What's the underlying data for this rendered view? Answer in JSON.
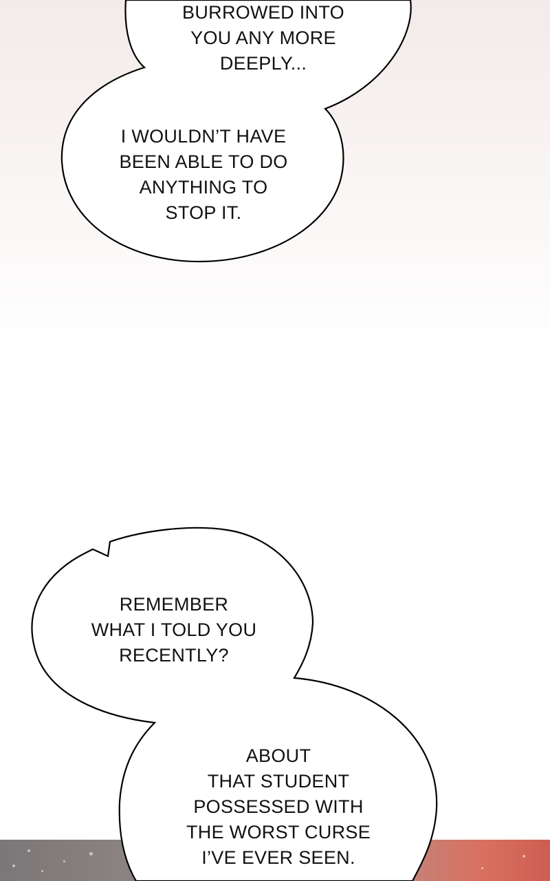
{
  "bubbles": [
    {
      "id": "bubble-1",
      "lines": [
        "BURROWED INTO",
        "YOU ANY MORE",
        "DEEPLY..."
      ]
    },
    {
      "id": "bubble-2",
      "lines": [
        "I WOULDN’T HAVE",
        "BEEN ABLE TO DO",
        "ANYTHING TO",
        "STOP IT."
      ]
    },
    {
      "id": "bubble-3",
      "lines": [
        "REMEMBER",
        "WHAT I TOLD YOU",
        "RECENTLY?"
      ]
    },
    {
      "id": "bubble-4",
      "lines": [
        "ABOUT",
        "THAT STUDENT",
        "POSSESSED WITH",
        "THE WORST CURSE",
        "I’VE EVER SEEN."
      ]
    }
  ],
  "colors": {
    "background": "#ffffff",
    "bubble_fill": "#ffffff",
    "bubble_outline": "#000000",
    "text": "#111111",
    "bottom_strip_left": "#7b7778",
    "bottom_strip_right": "#cc5e51"
  }
}
